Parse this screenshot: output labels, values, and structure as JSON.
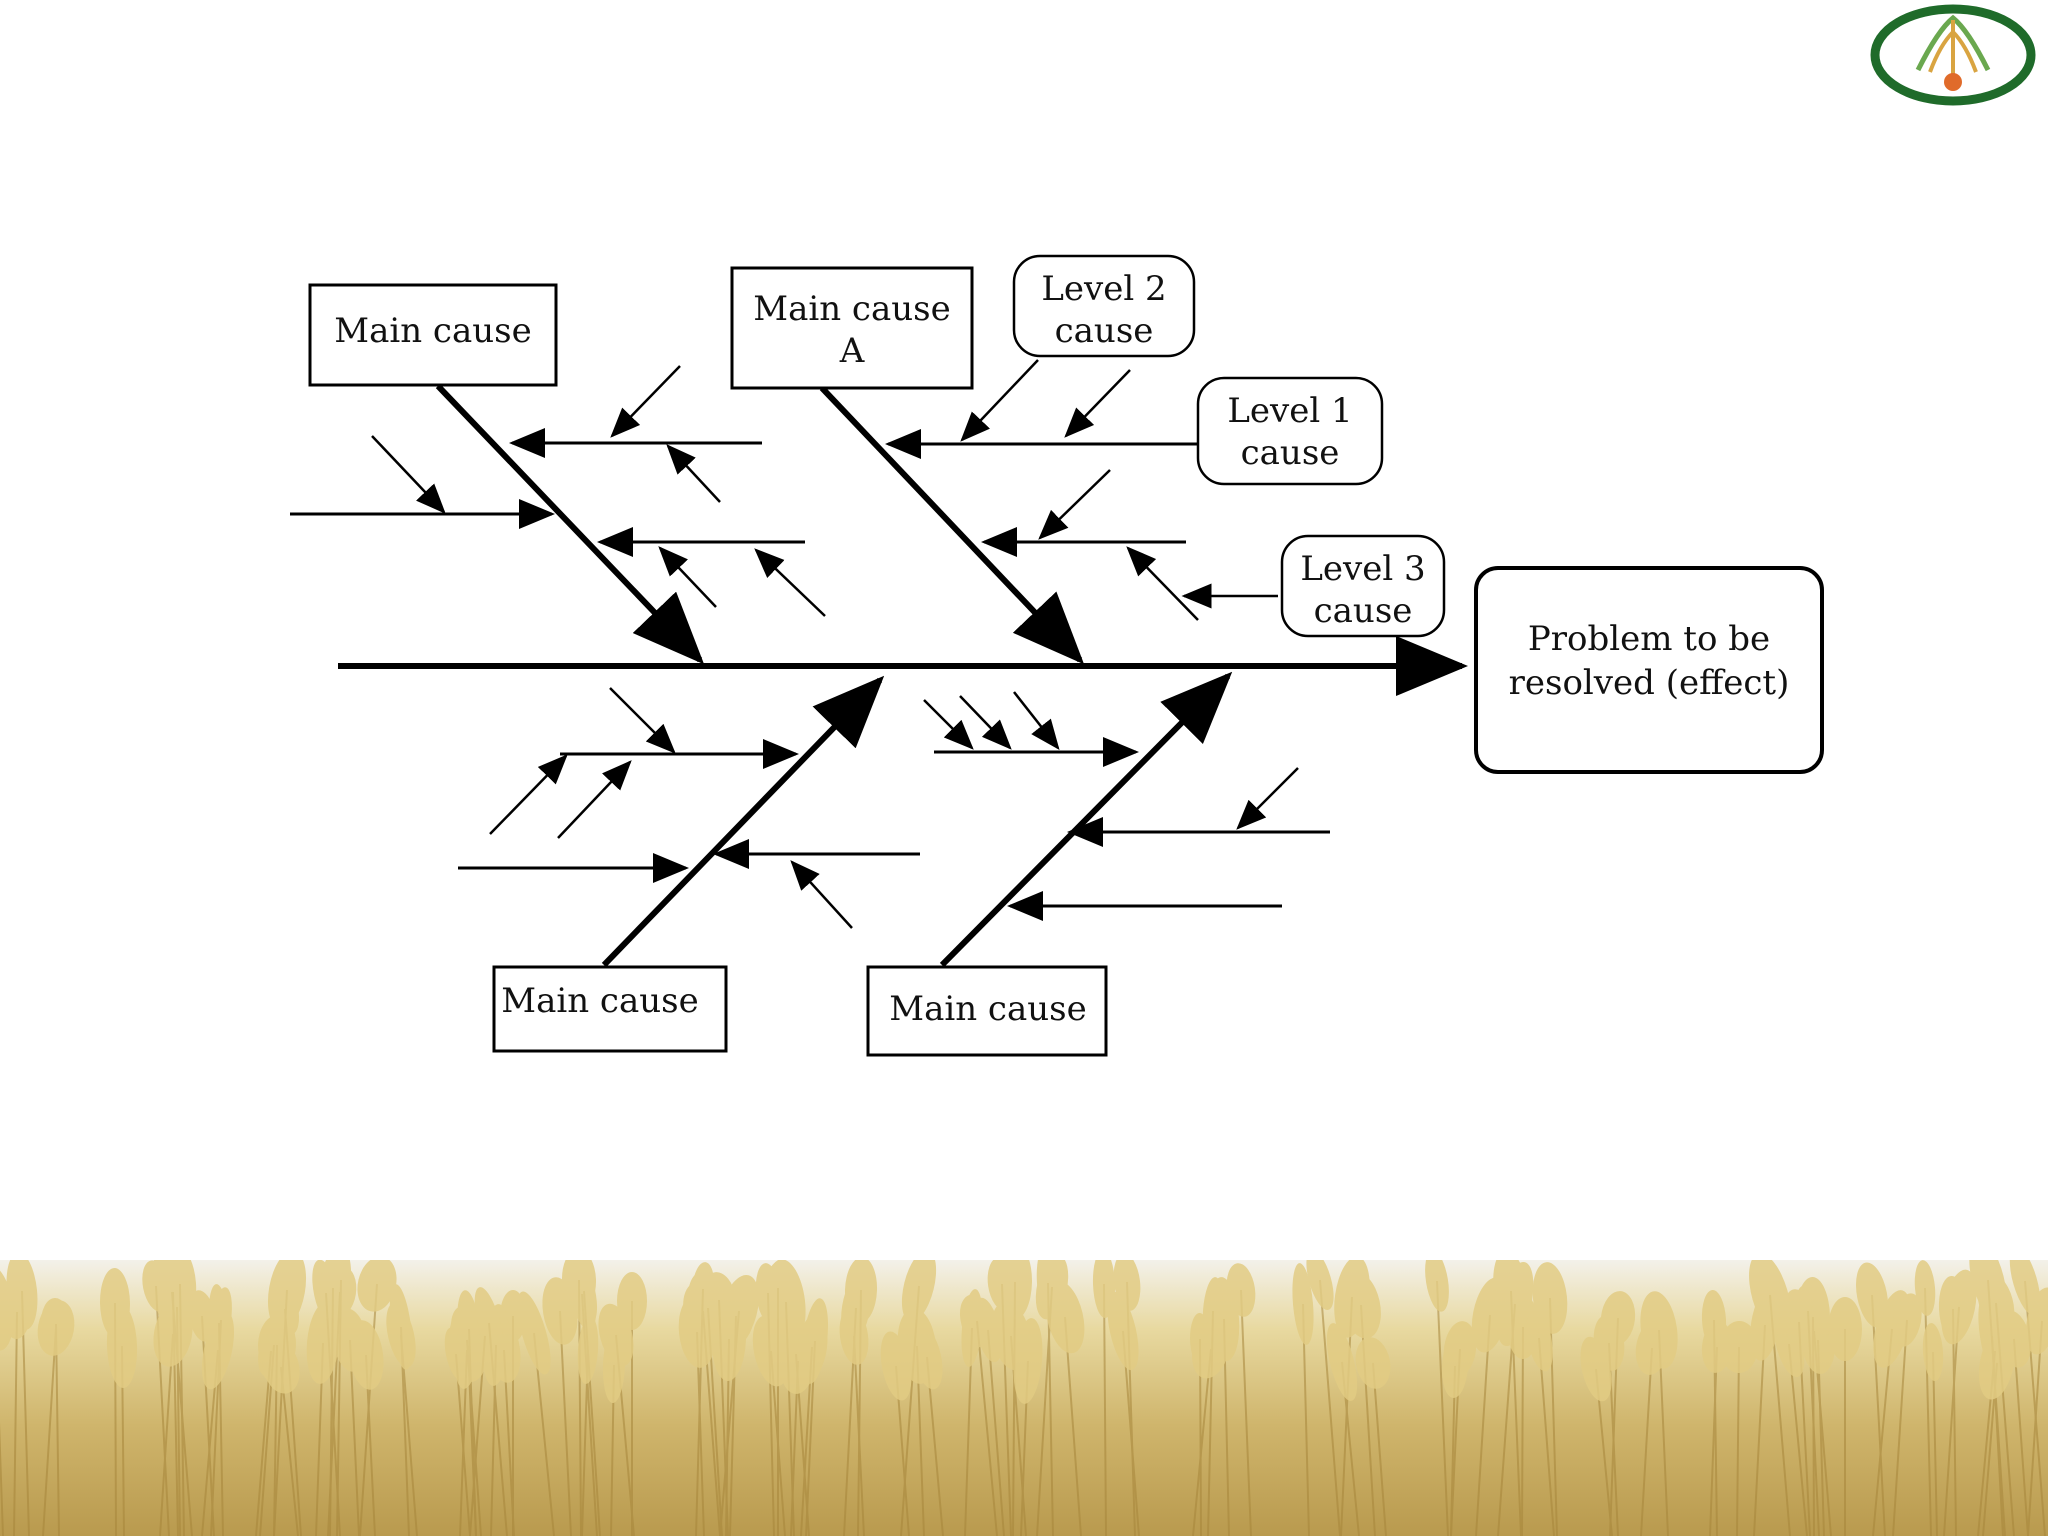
{
  "diagram": {
    "type": "fishbone",
    "effect": {
      "line1": "Problem to be",
      "line2": "resolved (effect)"
    },
    "main_causes": {
      "top_left": {
        "line1": "Main cause",
        "line2": ""
      },
      "top_center": {
        "line1": "Main cause",
        "line2": "A"
      },
      "bottom_left": {
        "line1": "Main cause",
        "line2": ""
      },
      "bottom_right": {
        "line1": "Main cause",
        "line2": ""
      }
    },
    "callouts": {
      "level2": {
        "line1": "Level 2",
        "line2": "cause"
      },
      "level1": {
        "line1": "Level 1",
        "line2": "cause"
      },
      "level3": {
        "line1": "Level 3",
        "line2": "cause"
      }
    }
  },
  "colors": {
    "line": "#000000",
    "logo_green": "#1f6b2a",
    "logo_gold": "#d9a441",
    "wheat_light": "#e8d9a0",
    "wheat_dark": "#b99a4e",
    "sky": "#e9eef2"
  },
  "icons": {
    "logo": "institution-logo-icon",
    "background": "wheat-field-image"
  }
}
